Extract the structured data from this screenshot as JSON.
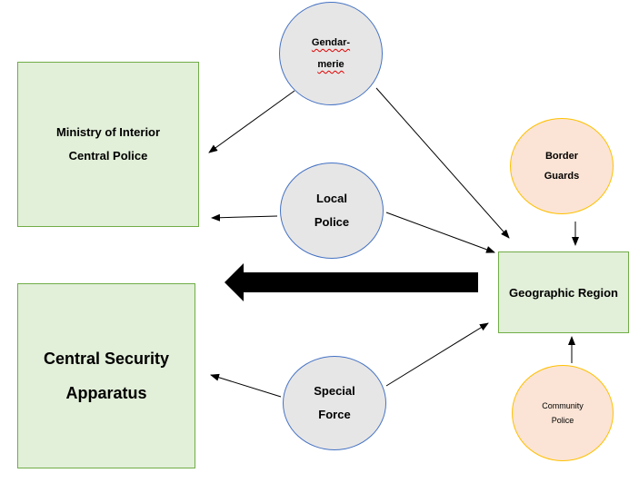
{
  "nodes": {
    "ministry": {
      "line1": "Ministry of Interior",
      "line2": "Central Police"
    },
    "central_security": {
      "line1": "Central Security",
      "line2": "Apparatus"
    },
    "geographic_region": {
      "label": "Geographic Region"
    },
    "gendarmerie": {
      "line1": "Gendar-",
      "line2": "merie"
    },
    "local_police": {
      "line1": "Local",
      "line2": "Police"
    },
    "special_force": {
      "line1": "Special",
      "line2": "Force"
    },
    "border_guards": {
      "line1": "Border",
      "line2": "Guards"
    },
    "community_police": {
      "line1": "Community",
      "line2": "Police"
    }
  },
  "colors": {
    "box_fill": "#e2efd9",
    "box_border": "#70ad47",
    "blue_circle_fill": "#e7e6e6",
    "blue_circle_border": "#4472c4",
    "orange_circle_fill": "#fbe4d5",
    "orange_circle_border": "#ffc000",
    "arrow": "#000000"
  },
  "edges": [
    {
      "from": "gendarmerie",
      "to": "ministry"
    },
    {
      "from": "gendarmerie",
      "to": "geographic_region"
    },
    {
      "from": "local_police",
      "to": "ministry"
    },
    {
      "from": "local_police",
      "to": "geographic_region"
    },
    {
      "from": "special_force",
      "to": "central_security"
    },
    {
      "from": "special_force",
      "to": "geographic_region"
    },
    {
      "from": "border_guards",
      "to": "geographic_region"
    },
    {
      "from": "community_police",
      "to": "geographic_region"
    },
    {
      "from": "geographic_region",
      "to": "central_security",
      "style": "thick"
    }
  ]
}
